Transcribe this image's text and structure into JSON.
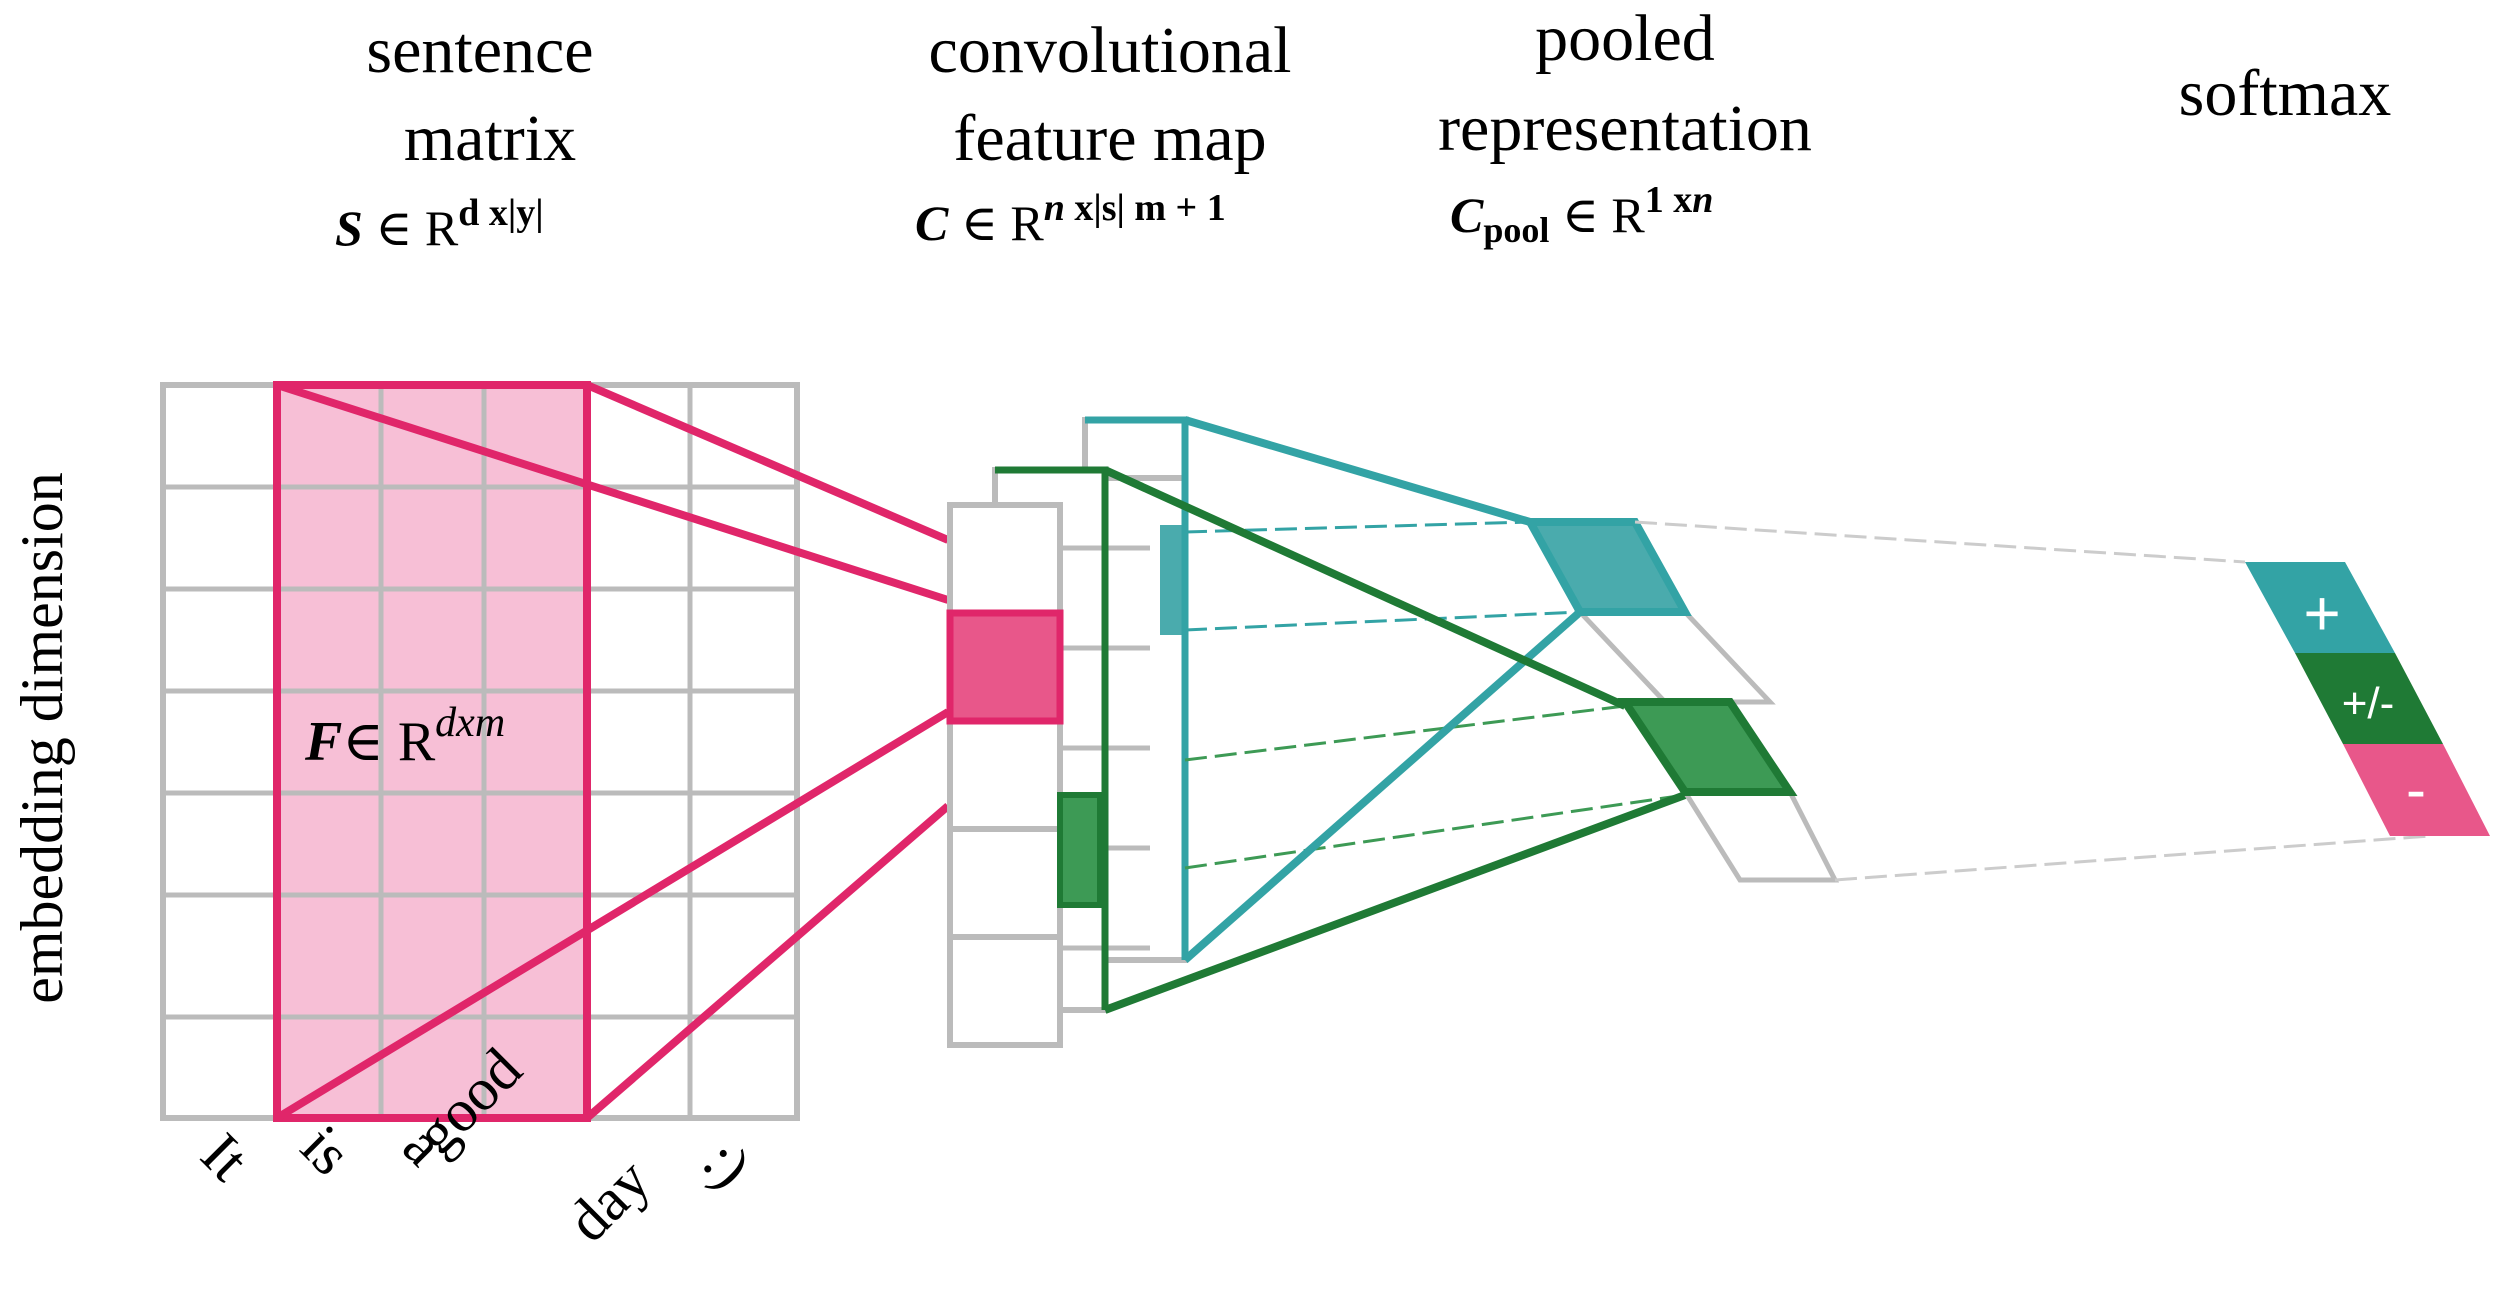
{
  "headers": {
    "sentence_matrix": [
      "sentence",
      "matrix"
    ],
    "conv_map": [
      "convolutional",
      "feature map"
    ],
    "pooled": [
      "pooled",
      "representation"
    ],
    "softmax": "softmax"
  },
  "formulas": {
    "S": {
      "var": "S",
      "in": " ∈ R",
      "sup": "d x|y|"
    },
    "C": {
      "var": "C",
      "in": " ∈ R",
      "sup_it": "n",
      "sup": " x|s|  m + 1"
    },
    "Cpool": {
      "var": "C",
      "sub": "pool",
      "in": " ∈  R",
      "sup": "1 x",
      "sup_it": "n"
    },
    "F": {
      "var": "F",
      "in": "∈ R",
      "sup": "d",
      "sup2": "x",
      "sup_it": "m"
    }
  },
  "axis_label": "embedding dimension",
  "words": [
    "It",
    "is",
    "a",
    "good",
    "day",
    ":)"
  ],
  "softmax_classes": [
    "+",
    "+/-",
    "-"
  ],
  "colors": {
    "pink": "#e0266a",
    "pink_fill": "#f7bfd6",
    "pink_cell": "#e8578a",
    "teal": "#33a3a5",
    "teal_fill": "#4aabad",
    "green": "#1f7a35",
    "green_fill": "#3d9a55",
    "grid": "#bbbbbb",
    "dashed": "#cccccc"
  }
}
